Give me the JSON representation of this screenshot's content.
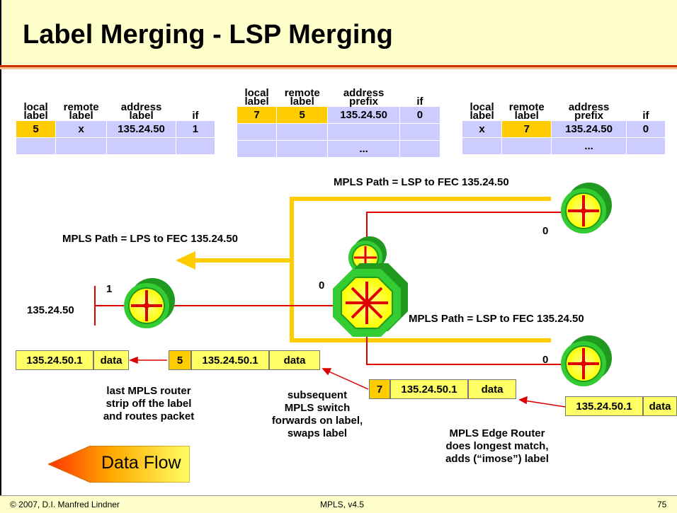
{
  "title": "Label Merging - LSP Merging",
  "tables": {
    "left": {
      "headers": [
        "local\nlabel",
        "remote\nlabel",
        "address\nlabel",
        "if"
      ],
      "rows": [
        [
          "5",
          "x",
          "135.24.50",
          "1"
        ],
        [
          "",
          "",
          "",
          ""
        ]
      ]
    },
    "middle": {
      "headers": [
        "local\nlabel",
        "remote\nlabel",
        "address\nprefix",
        "if"
      ],
      "rows": [
        [
          "7",
          "5",
          "135.24.50",
          "0"
        ],
        [
          "",
          "",
          "",
          ""
        ],
        [
          "",
          "",
          "...",
          ""
        ]
      ]
    },
    "right": {
      "headers": [
        "local\nlabel",
        "remote\nlabel",
        "address\nprefix",
        "if"
      ],
      "rows": [
        [
          "x",
          "7",
          "135.24.50",
          "0"
        ],
        [
          "",
          "",
          "...",
          ""
        ]
      ]
    }
  },
  "labels": {
    "path_top": "MPLS Path = LSP to FEC 135.24.50",
    "path_left": "MPLS Path = LPS to FEC 135.24.50",
    "path_right": "MPLS Path = LSP to FEC 135.24.50",
    "network": "135.24.50",
    "if_left_router": "1",
    "if_switch_left": "0",
    "if_top_right": "0",
    "if_bottom_right": "0"
  },
  "packets": {
    "p1": {
      "addr": "135.24.50.1",
      "data": "data"
    },
    "p2": {
      "label": "5",
      "addr": "135.24.50.1",
      "data": "data"
    },
    "p3": {
      "label": "7",
      "addr": "135.24.50.1",
      "data": "data"
    },
    "p4": {
      "addr": "135.24.50.1",
      "data": "data"
    }
  },
  "captions": {
    "last_router": "last MPLS router\nstrip off the label\nand routes packet",
    "switch": "subsequent\nMPLS switch\nforwards on label,\nswaps label",
    "edge": "MPLS Edge Router\ndoes longest match,\nadds (“imose”) label"
  },
  "data_flow": "Data Flow",
  "footer": {
    "left": "© 2007, D.I. Manfred Lindner",
    "center": "MPLS, v4.5",
    "page": "75"
  },
  "colors": {
    "accent_red": "#cc0000",
    "path_yellow": "#ffcc00",
    "router_green": "#33cc33",
    "table_blue": "#ccccff"
  }
}
